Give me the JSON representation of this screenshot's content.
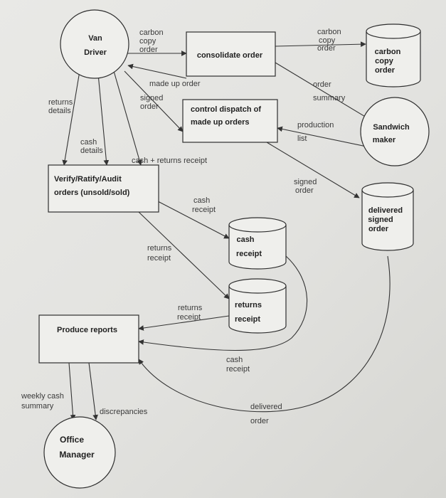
{
  "processes": {
    "van_driver": [
      "Van",
      "Driver"
    ],
    "sandwich_maker": [
      "Sandwich",
      "maker"
    ],
    "office_manager": [
      "Office",
      "Manager"
    ],
    "consolidate_order": "consolidate order",
    "control_dispatch": [
      "control dispatch of",
      "made up orders"
    ],
    "verify": [
      "Verify/Ratify/Audit",
      "orders (unsold/sold)"
    ],
    "produce_reports": "Produce reports"
  },
  "stores": {
    "carbon_copy_order": [
      "carbon",
      "copy",
      "order"
    ],
    "delivered_signed_order": [
      "delivered",
      "signed",
      "order"
    ],
    "cash_receipt": [
      "cash",
      "receipt"
    ],
    "returns_receipt": [
      "returns",
      "receipt"
    ]
  },
  "flows": {
    "carbon_copy_1": [
      "carbon",
      "copy",
      "order"
    ],
    "carbon_copy_2": [
      "carbon",
      "copy",
      "order"
    ],
    "made_up_order": "made up order",
    "signed_order_1": [
      "signed",
      "order"
    ],
    "order_summary": [
      "order",
      "summary"
    ],
    "production_list": [
      "production",
      "list"
    ],
    "returns_details": [
      "returns",
      "details"
    ],
    "cash_details": [
      "cash",
      "details"
    ],
    "cash_returns_receipt": "cash + returns receipt",
    "signed_order_2": [
      "signed",
      "order"
    ],
    "cash_receipt_1": [
      "cash",
      "receipt"
    ],
    "returns_receipt_1": [
      "returns",
      "receipt"
    ],
    "returns_receipt_2": [
      "returns",
      "receipt"
    ],
    "cash_receipt_2": [
      "cash",
      "receipt"
    ],
    "delivered_order": [
      "delivered",
      "order"
    ],
    "weekly_cash_summary": [
      "weekly cash",
      "summary"
    ],
    "discrepancies": "discrepancies"
  }
}
